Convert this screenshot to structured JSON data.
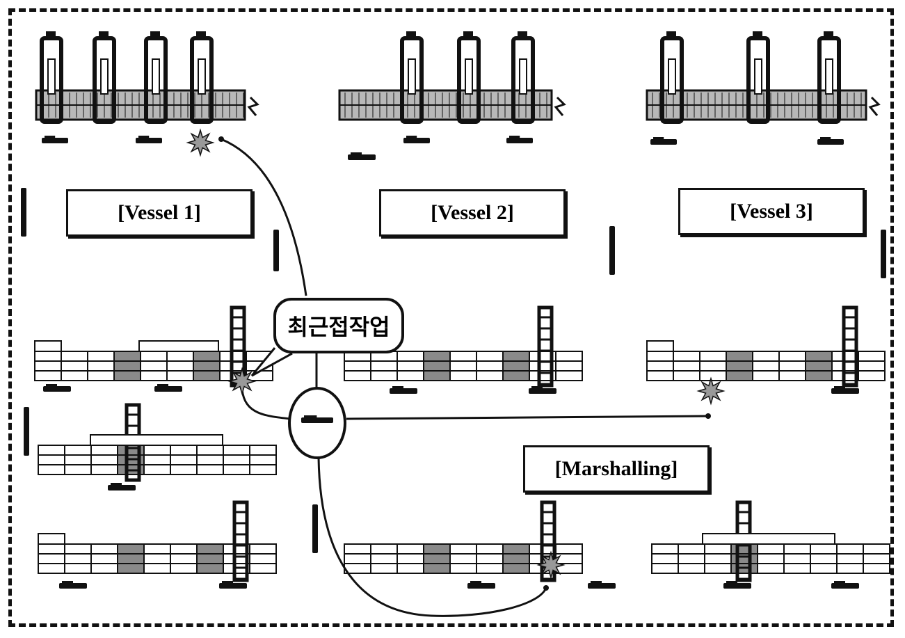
{
  "labels": {
    "vessel1": "[Vessel 1]",
    "vessel2": "[Vessel 2]",
    "vessel3": "[Vessel 3]",
    "marshalling": "[Marshalling]",
    "callout": "최근접작업"
  },
  "colors": {
    "ink": "#111111",
    "hatch_light": "#b8b8b8",
    "hatch_dark": "#8a8a8a",
    "highlight": "#cfcfcf"
  }
}
